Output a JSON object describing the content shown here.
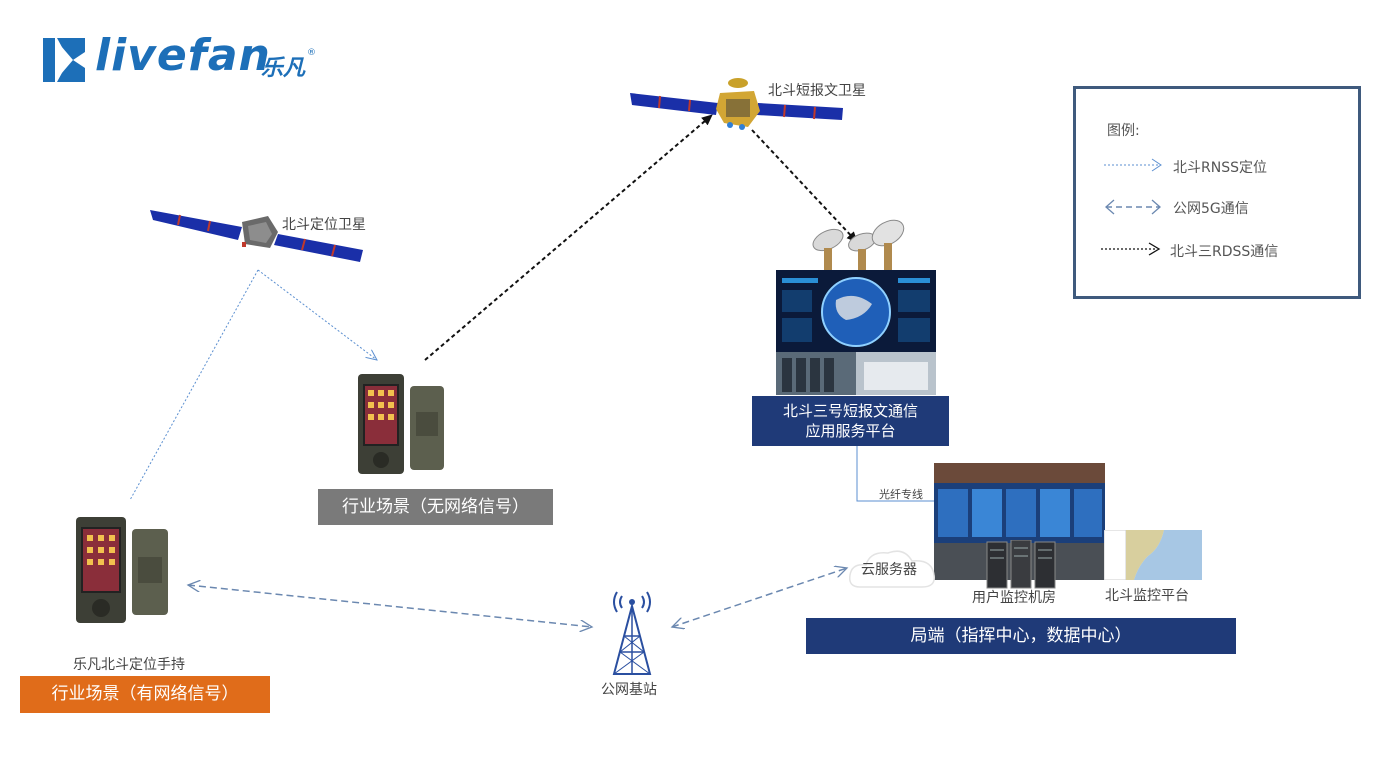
{
  "logo": {
    "text": "livefan",
    "cn": "乐凡",
    "reg": "®"
  },
  "satellites": {
    "positioning": "北斗定位卫星",
    "short_message": "北斗短报文卫星"
  },
  "platform": {
    "title_line1": "北斗三号短报文通信",
    "title_line2": "应用服务平台"
  },
  "fiber_label": "光纤专线",
  "cloud_label": "云服务器",
  "room_label": "用户监控机房",
  "monitor_label": "北斗监控平台",
  "command_center": "局端（指挥中心，数据中心）",
  "scene_no_signal": "行业场景（无网络信号）",
  "device_label": "乐凡北斗定位手持",
  "scene_signal": "行业场景（有网络信号）",
  "base_station": "公网基站",
  "legend": {
    "title": "图例:",
    "items": [
      {
        "label": "北斗RNSS定位",
        "style": "thin-dotted",
        "color": "#5b8fd0"
      },
      {
        "label": "公网5G通信",
        "style": "dashed-bidirectional",
        "color": "#6b88b0"
      },
      {
        "label": "北斗三RDSS通信",
        "style": "black-dotted",
        "color": "#111111"
      }
    ]
  },
  "colors": {
    "brand": "#1d6fb8",
    "navy": "#1f3a78",
    "gray_box": "#7a7a7a",
    "orange_box": "#e06c1a",
    "legend_border": "#3f5a7d"
  }
}
